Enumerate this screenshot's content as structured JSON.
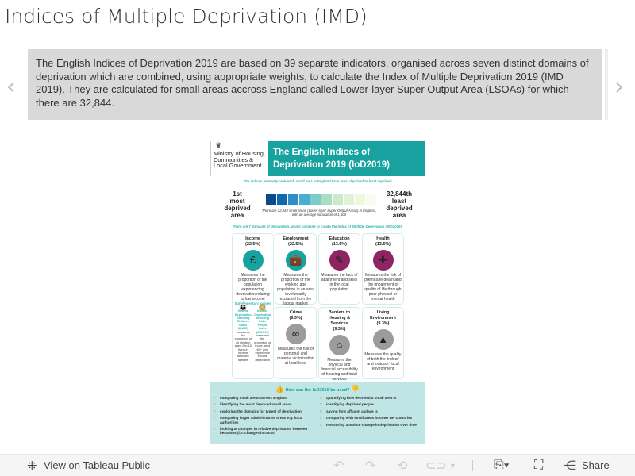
{
  "title": "Indices of Multiple Deprivation (IMD)",
  "caption": "The English Indices of Deprivation 2019 are based on 39 separate indicators, organised across seven distinct domains of deprivation which are combined, using appropriate weights, to calculate the Index of Multiple Deprivation 2019 (IMD 2019). They are calculated for small areas accross England called Lower-layer Super Output Area (LSOAs) for which there are 32,844.",
  "nav": {
    "prev": "‹",
    "next": "›"
  },
  "infographic": {
    "org": "Ministry of Housing, Communities & Local Government",
    "heading": "The English Indices of Deprivation 2019 (IoD2019)",
    "subtitle": "The indices relatively rank each small area in England from most deprived to least deprived",
    "most": {
      "rank": "1st",
      "label": "most deprived area"
    },
    "least": {
      "rank": "32,844th",
      "label": "least deprived area"
    },
    "scale_colors": [
      "#0b4a8a",
      "#0e6ab0",
      "#2f8fc4",
      "#4aaed3",
      "#7ccdc9",
      "#a8dfc0",
      "#c9ebcb",
      "#e0f3d4",
      "#eef9dc",
      "#f8fcee"
    ],
    "scale_note": "There are 32,844 small areas (Lower-layer Super Output Areas) in England, with an average population of 1,500",
    "domains_intro": "There are 7 domains of deprivation, which combine to create the Index of Multiple Deprivation (IMD2019):",
    "domains": [
      {
        "name": "Income",
        "weight": "(22.5%)",
        "icon": "money-bag-icon",
        "color": "#17a2a0",
        "desc": "Measures the proportion of the population experiencing deprivation relating to low income"
      },
      {
        "name": "Employment",
        "weight": "(22.5%)",
        "icon": "briefcase-icon",
        "color": "#17a2a0",
        "desc": "Measures the proportion of the working age population in an area involuntarily excluded from the labour market"
      },
      {
        "name": "Education",
        "weight": "(13.5%)",
        "icon": "notebook-icon",
        "color": "#8e2461",
        "desc": "Measures the lack of attainment and skills in the local population"
      },
      {
        "name": "Health",
        "weight": "(13.5%)",
        "icon": "cross-icon",
        "color": "#8e2461",
        "desc": "Measures the risk of premature death and the impairment of quality of life through poor physical or mental health"
      },
      {
        "name": "Crime",
        "weight": "(9.3%)",
        "icon": "handcuffs-icon",
        "color": "#9c9c9c",
        "desc": "Measures the risk of personal and material victimisation at local level"
      },
      {
        "name": "Barriers to Housing & Services",
        "weight": "(9.3%)",
        "icon": "house-icon",
        "color": "#9c9c9c",
        "desc": "Measures the physical and financial accessibility of housing and local services"
      },
      {
        "name": "Living Environment",
        "weight": "(9.3%)",
        "icon": "tree-icon",
        "color": "#9c9c9c",
        "desc": "Measures the quality of both the 'indoor' and 'outdoor' local environment"
      }
    ],
    "supplementary": {
      "title": "Supplementary Indices",
      "idaci": {
        "name": "Income Deprivation Affecting Children Index (IDACI)",
        "desc": "measures the proportion of all children aged 0 to 15 living in income deprived families"
      },
      "idaopi": {
        "name": "Income Deprivation Affecting Older People Index (IDAOPI)",
        "desc": "measures the proportion of those aged 60+ who experience income deprivation"
      }
    },
    "uses": {
      "question": "How can the IoD2019 be used?",
      "do": [
        "comparing small areas across England",
        "identifying the most deprived small areas",
        "exploring the domains (or types) of deprivation",
        "comparing larger administrative areas e.g. local authorities",
        "looking at changes in relative deprivation between iterations (i.e. changes in ranks)"
      ],
      "dont": [
        "quantifying how deprived a small area is",
        "identifying deprived people",
        "saying how affluent a place is",
        "comparing with small areas in other UK countries",
        "measuring absolute change in deprivation over time"
      ]
    }
  },
  "footer": {
    "view_label": "View on Tableau Public",
    "share_label": "Share"
  }
}
